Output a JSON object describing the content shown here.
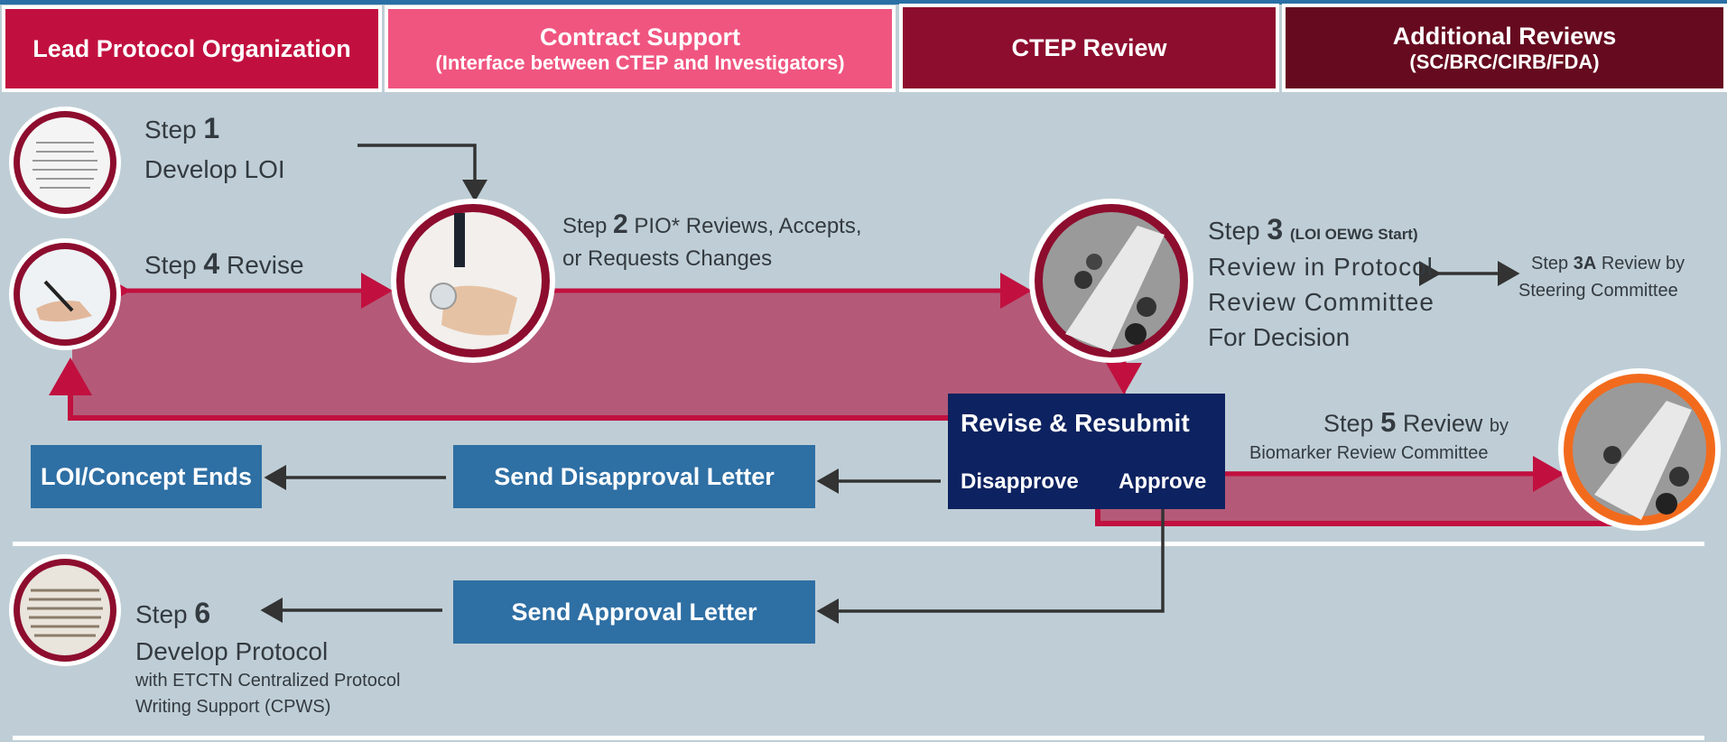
{
  "headers": [
    {
      "line1": "Lead Protocol Organization",
      "line2": "",
      "bg": "#c1103f"
    },
    {
      "line1": "Contract Support",
      "line2": "(Interface between CTEP and Investigators)",
      "bg": "#f05580"
    },
    {
      "line1": "CTEP Review",
      "line2": "",
      "bg": "#8d0d2e"
    },
    {
      "line1": "Additional Reviews",
      "line2": "(SC/BRC/CIRB/FDA)",
      "bg": "#660a1f"
    }
  ],
  "steps": {
    "step1": {
      "prefix": "Step",
      "num": "1",
      "desc": "Develop LOI"
    },
    "step2": {
      "prefix": "Step",
      "num": "2",
      "desc1": "PIO* Reviews, Accepts,",
      "desc2": "or Requests Changes"
    },
    "step3": {
      "prefix": "Step",
      "num": "3",
      "note": "(LOI OEWG Start)",
      "desc1": "Review in Protocol",
      "desc2": "Review Committee",
      "desc3": "For Decision"
    },
    "step3a": {
      "prefix": "Step",
      "num": "3A",
      "desc1": "Review by",
      "desc2": "Steering Committee"
    },
    "step4": {
      "prefix": "Step",
      "num": "4",
      "desc": "Revise"
    },
    "step5": {
      "prefix": "Step",
      "num": "5",
      "word": "Review",
      "by": "by",
      "desc2": "Biomarker Review Committee"
    },
    "step6": {
      "prefix": "Step",
      "num": "6",
      "desc1": "Develop Protocol",
      "desc2": "with ETCTN Centralized Protocol",
      "desc3": "Writing Support (CPWS)"
    }
  },
  "boxes": {
    "loi_ends": "LOI/Concept Ends",
    "send_disapproval": "Send Disapproval Letter",
    "send_approval": "Send Approval Letter"
  },
  "decision": {
    "title": "Revise & Resubmit",
    "disapprove": "Disapprove",
    "approve": "Approve"
  },
  "photos": [
    {
      "name": "document-photo-icon",
      "ring": "#8d0d2e"
    },
    {
      "name": "writing-hand-photo-icon",
      "ring": "#8d0d2e"
    },
    {
      "name": "desk-review-photo-icon",
      "ring": "#8d0d2e"
    },
    {
      "name": "committee-meeting-photo-icon",
      "ring": "#8d0d2e"
    },
    {
      "name": "biomarker-meeting-photo-icon",
      "ring": "#f26b1d"
    },
    {
      "name": "paper-stack-photo-icon",
      "ring": "#8d0d2e"
    }
  ],
  "colors": {
    "arrow_red": "#c1103f",
    "band_fill": "#b45a78",
    "arrow_dark": "#333333",
    "navy": "#0d2260",
    "box_blue": "#2e6fa4"
  }
}
